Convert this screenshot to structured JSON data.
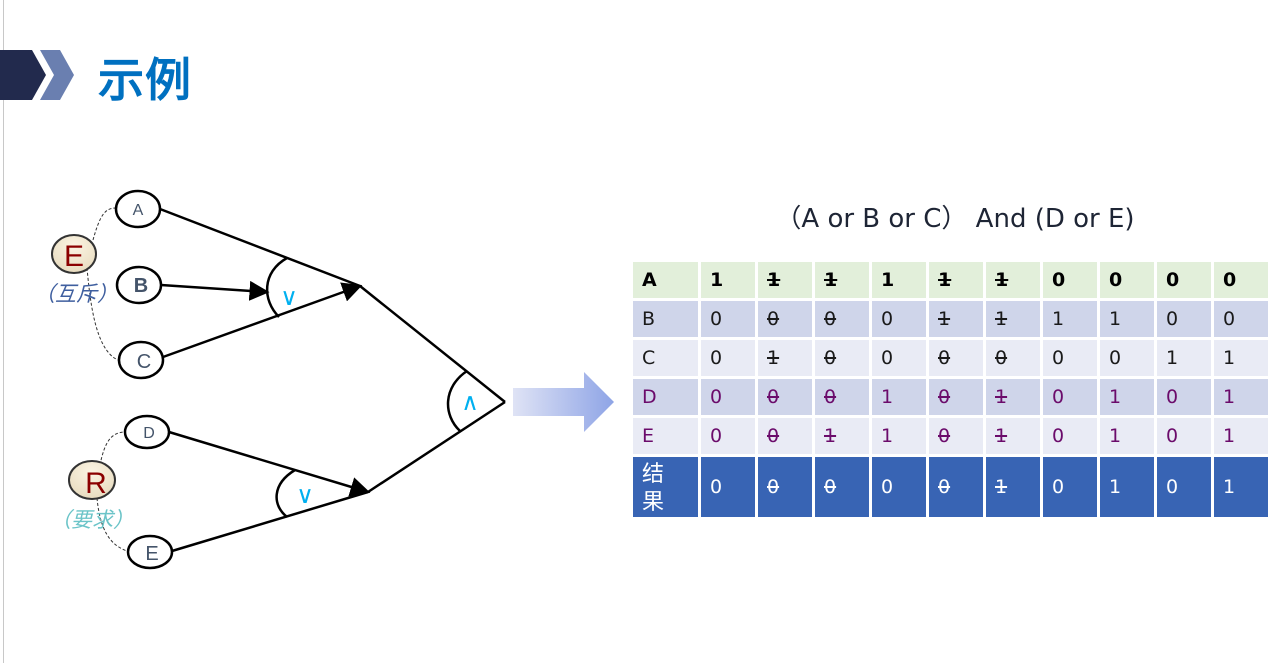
{
  "slide": {
    "title": "示例"
  },
  "diagram": {
    "group1": {
      "constraint_label": "E",
      "constraint_note": "（互斥）",
      "inputs": [
        "A",
        "B",
        "C"
      ],
      "operator": "∨"
    },
    "group2": {
      "constraint_label": "R",
      "constraint_note": "（要求）",
      "inputs": [
        "D",
        "E"
      ],
      "operator": "∨"
    },
    "final_operator": "∧",
    "operator_color": "#00b0f0"
  },
  "formula": "（A or B or C） And (D or E)",
  "truth_table": {
    "rows": [
      {
        "label": "A",
        "values": [
          "1",
          "1",
          "1",
          "1",
          "1",
          "1",
          "0",
          "0",
          "0",
          "0"
        ],
        "struck": [
          false,
          true,
          true,
          false,
          true,
          true,
          false,
          false,
          false,
          false
        ]
      },
      {
        "label": "B",
        "values": [
          "0",
          "0",
          "0",
          "0",
          "1",
          "1",
          "1",
          "1",
          "0",
          "0"
        ],
        "struck": [
          false,
          true,
          true,
          false,
          true,
          true,
          false,
          false,
          false,
          false
        ]
      },
      {
        "label": "C",
        "values": [
          "0",
          "1",
          "0",
          "0",
          "0",
          "0",
          "0",
          "0",
          "1",
          "1"
        ],
        "struck": [
          false,
          true,
          true,
          false,
          true,
          true,
          false,
          false,
          false,
          false
        ]
      },
      {
        "label": "D",
        "values": [
          "0",
          "0",
          "0",
          "1",
          "0",
          "1",
          "0",
          "1",
          "0",
          "1"
        ],
        "struck": [
          false,
          true,
          true,
          false,
          true,
          true,
          false,
          false,
          false,
          false
        ]
      },
      {
        "label": "E",
        "values": [
          "0",
          "0",
          "1",
          "1",
          "0",
          "1",
          "0",
          "1",
          "0",
          "1"
        ],
        "struck": [
          false,
          true,
          true,
          false,
          true,
          true,
          false,
          false,
          false,
          false
        ]
      },
      {
        "label": "结\n果",
        "values": [
          "0",
          "0",
          "0",
          "0",
          "0",
          "1",
          "0",
          "1",
          "0",
          "1"
        ],
        "struck": [
          false,
          true,
          true,
          false,
          true,
          true,
          false,
          false,
          false,
          false
        ]
      }
    ]
  },
  "colors": {
    "title": "#0070c0",
    "row_a": "#e2efda",
    "row_alt_dark": "#cfd5ea",
    "row_alt_light": "#e9ebf5",
    "result_row": "#3864b4",
    "de_text": "#6b0b6b"
  }
}
